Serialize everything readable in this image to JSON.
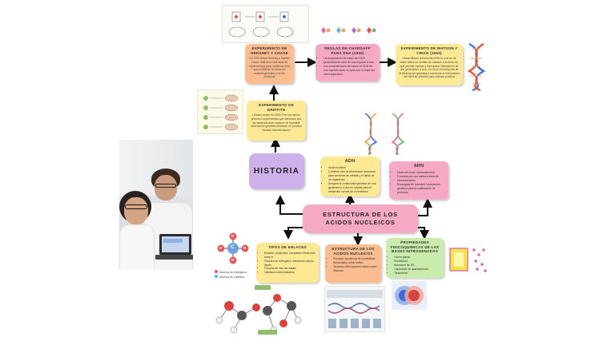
{
  "boxes": {
    "historia": {
      "title": "HISTORIA",
      "color": "#ccb1ea"
    },
    "center": {
      "title": "ESTRUCTURA DE LOS ACIDOS NUCLEICOS",
      "color": "#f6a9c4"
    },
    "griffith": {
      "title": "EXPERIMENTO DE GRIFFITH",
      "body": "Llevado acabo en 1928. Fue uno de los primeros experimentos que demostro que las bacterias eran capaces de transferir informacion genetica mediante un proceso llamado transformacion"
    },
    "hershey": {
      "title": "EXPERIMENTO DE HERSHEY Y CHASE",
      "body": "En 1952 Alfred Hershey y Martha Chase realizaron una serie de experimentos para confirmar si es que el ADN es la forma del material genetico y no las proteinas"
    },
    "chargaff": {
      "title": "REGLAS DE CHARGAFF PARA DNA (1950)",
      "items": [
        "La composicion de bases del ADN generalmente varia de una especie a otra",
        "Las composiciones de bases de ADN de una especie dada no varia con la edad del microorganismo"
      ]
    },
    "watson": {
      "title": "EXPERIMENTO DE WATSON Y CRICK (1953)",
      "body": "Desarrollaron la forma del ADN el cual es de doble helice en sentido de rotacion a la derecha, que permite replicar y transpasar informacion de una generacion a otra. Su rol es el transporte de la informacion genetica y conservar la informacion del ADN se utilizado para sintesis proteica"
    },
    "adn": {
      "title": "ADN",
      "items": [
        "Acido nucleico",
        "Contiene toda la informacion necesaria para construir las celulas y el tejido de un organismo",
        "Asegura la continuidad genetica de una generacion a otra en celulas para el desarrollo normal de un individuo"
      ]
    },
    "arn": {
      "title": "ARN",
      "items": [
        "Molecula lineal, monocatenaria",
        "Formada por una cadena lineal de ribonucleotidos",
        "Encargado de transferir informacion genetica para la codificacion de proteinas"
      ]
    },
    "enlaces": {
      "title": "TIPOS DE ENLACES",
      "items": [
        "Enlaces covalentes: comparten electrones entre si",
        "Puentes de hidrogeno: interaccion dipolo-dipolo",
        "Fuerzas de Van der Waals",
        "Interaccion electrostatica"
      ]
    },
    "estructura": {
      "title": "ESTRUCTURA DE LOS ACIDOS NUCLEICOS",
      "items": [
        "Primaria: secuencia de nucleotidos",
        "Secundaria: doble helice",
        "Terciaria: ADN superenrollado sobre histonas"
      ]
    },
    "propiedades": {
      "title": "PROPIEDADES FISICOQUIMICAS DE LAS BASES NITROGENADAS",
      "items": [
        "Forma planar",
        "Solubilidad",
        "Absorcion de UV",
        "Capacidad de apareamiento",
        "Tautomeria"
      ]
    }
  },
  "legend": {
    "hydrogen": "Atomos de hidrogeno",
    "carbon": "Atomos de carbono"
  },
  "atoms": {
    "h": "H",
    "c": "C"
  },
  "colors": {
    "arrow": "#111111",
    "orange": "#fbbd8f",
    "yellow": "#fde894",
    "green": "#c9ecad",
    "purple": "#ccb1ea",
    "pink": "#f6a9c4"
  }
}
